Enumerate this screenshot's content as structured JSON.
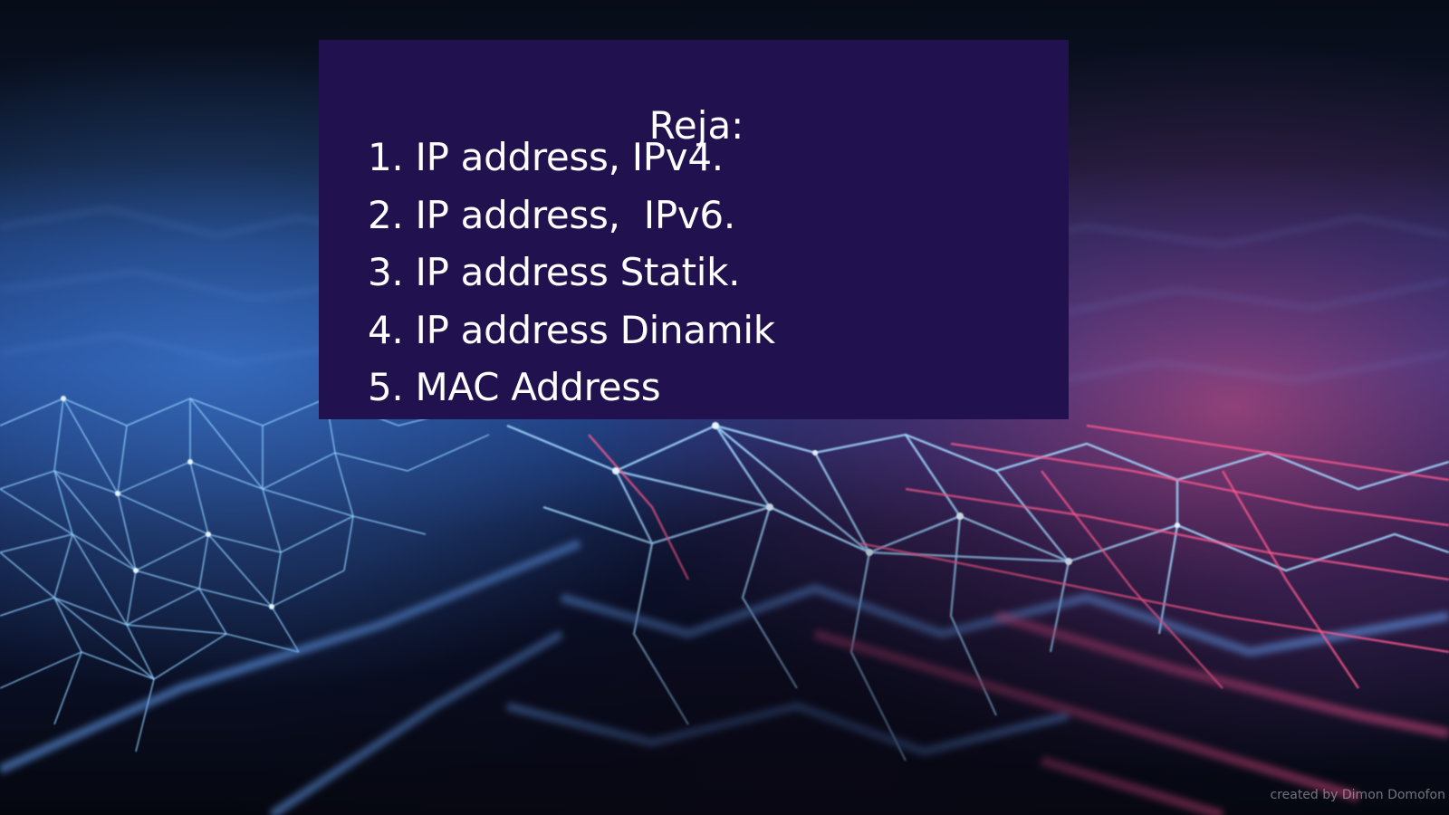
{
  "slide": {
    "title": "Reja:",
    "items": [
      "1. IP address, IPv4.",
      "2. IP address,  IPv6.",
      "3. IP address Statik.",
      "4. IP address Dinamik",
      "5. MAC Address"
    ],
    "credit": "created by Dimon Domofon"
  },
  "colors": {
    "panel_bg": "#21124f",
    "text": "#ffffff",
    "background_dark": "#070d1c",
    "mesh_blue": "#5fb4ff",
    "mesh_pink": "#ff4f8a"
  },
  "background": {
    "description": "network-mesh-wireframe",
    "icon": "network-mesh-image"
  }
}
